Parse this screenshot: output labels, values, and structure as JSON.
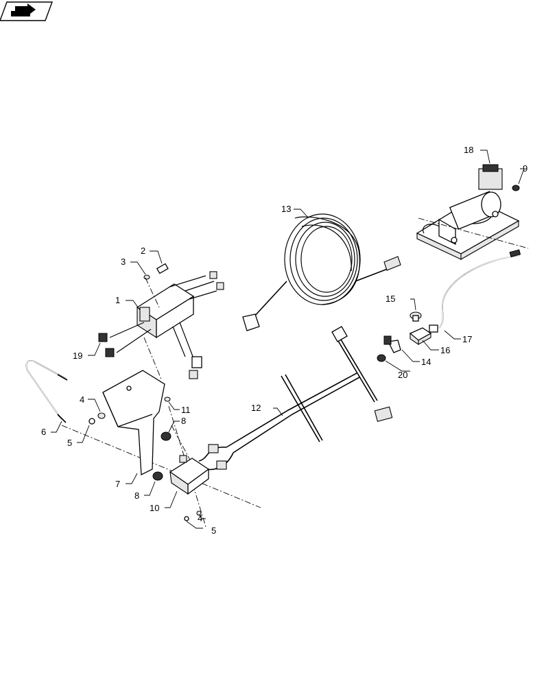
{
  "toolbar": {
    "nav_icon": "hand-pointing-arrow-icon"
  },
  "callouts": [
    {
      "id": "c1",
      "text": "1"
    },
    {
      "id": "c2",
      "text": "2"
    },
    {
      "id": "c3",
      "text": "3"
    },
    {
      "id": "c4a",
      "text": "4"
    },
    {
      "id": "c4b",
      "text": "4"
    },
    {
      "id": "c5a",
      "text": "5"
    },
    {
      "id": "c5b",
      "text": "5"
    },
    {
      "id": "c6",
      "text": "6"
    },
    {
      "id": "c7",
      "text": "7"
    },
    {
      "id": "c8a",
      "text": "8"
    },
    {
      "id": "c8b",
      "text": "8"
    },
    {
      "id": "c9",
      "text": "9"
    },
    {
      "id": "c10",
      "text": "10"
    },
    {
      "id": "c11",
      "text": "11"
    },
    {
      "id": "c12",
      "text": "12"
    },
    {
      "id": "c13",
      "text": "13"
    },
    {
      "id": "c14",
      "text": "14"
    },
    {
      "id": "c15",
      "text": "15"
    },
    {
      "id": "c16",
      "text": "16"
    },
    {
      "id": "c17",
      "text": "17"
    },
    {
      "id": "c18",
      "text": "18"
    },
    {
      "id": "c19",
      "text": "19"
    },
    {
      "id": "c20",
      "text": "20"
    }
  ]
}
